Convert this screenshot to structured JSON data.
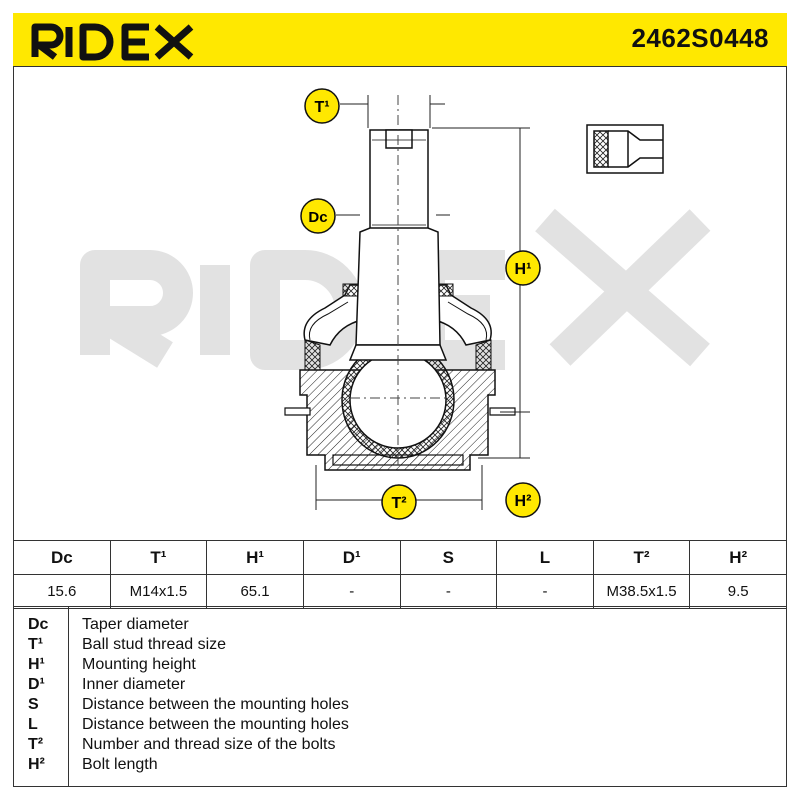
{
  "header": {
    "brand": "RIDEX",
    "part_number": "2462S0448",
    "color": "#ffe800"
  },
  "watermark": "RIDEX",
  "callouts": {
    "t1": "T¹",
    "dc": "Dc",
    "h1": "H¹",
    "t2": "T²",
    "h2": "H²"
  },
  "table": {
    "headers": [
      "Dc",
      "T¹",
      "H¹",
      "D¹",
      "S",
      "L",
      "T²",
      "H²"
    ],
    "values": [
      "15.6",
      "M14x1.5",
      "65.1",
      "-",
      "-",
      "-",
      "M38.5x1.5",
      "9.5"
    ]
  },
  "legend": [
    {
      "key": "Dc",
      "desc": "Taper diameter"
    },
    {
      "key": "T¹",
      "desc": "Ball stud thread size"
    },
    {
      "key": "H¹",
      "desc": "Mounting height"
    },
    {
      "key": "D¹",
      "desc": "Inner diameter"
    },
    {
      "key": "S",
      "desc": "Distance between the mounting holes"
    },
    {
      "key": "L",
      "desc": "Distance between the mounting holes"
    },
    {
      "key": "T²",
      "desc": "Number and thread size of the bolts"
    },
    {
      "key": "H²",
      "desc": "Bolt length"
    }
  ]
}
